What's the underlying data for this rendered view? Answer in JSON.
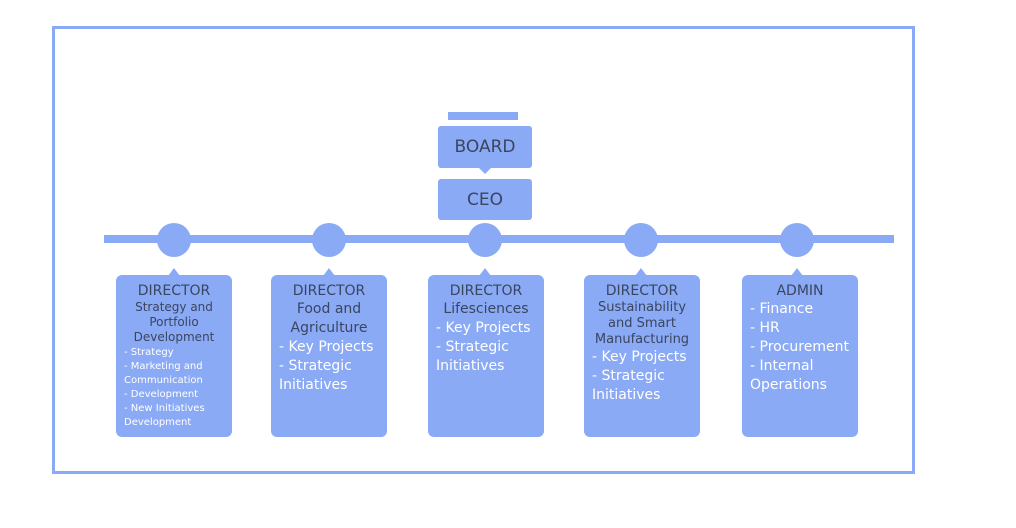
{
  "board": "BOARD",
  "ceo": "CEO",
  "directors": [
    {
      "title": "DIRECTOR",
      "subtitle_lines": [
        "Strategy and",
        "Portfolio",
        "Development"
      ],
      "items": [
        "- Strategy",
        "- Marketing and Communication",
        "- Development",
        "- New Initiatives Development"
      ]
    },
    {
      "title": "DIRECTOR",
      "subtitle_lines": [
        "Food and",
        "Agriculture"
      ],
      "items": [
        "- Key Projects",
        "- Strategic Initiatives"
      ]
    },
    {
      "title": "DIRECTOR",
      "subtitle_lines": [
        "Lifesciences"
      ],
      "items": [
        "- Key Projects",
        "- Strategic Initiatives"
      ]
    },
    {
      "title": "DIRECTOR",
      "subtitle_lines": [
        "Sustainability",
        "and Smart",
        "Manufacturing"
      ],
      "items": [
        "- Key Projects",
        "- Strategic Initiatives"
      ]
    },
    {
      "title": "ADMIN",
      "subtitle_lines": [],
      "items": [
        "- Finance",
        "- HR",
        "- Procurement",
        "- Internal Operations"
      ]
    }
  ]
}
